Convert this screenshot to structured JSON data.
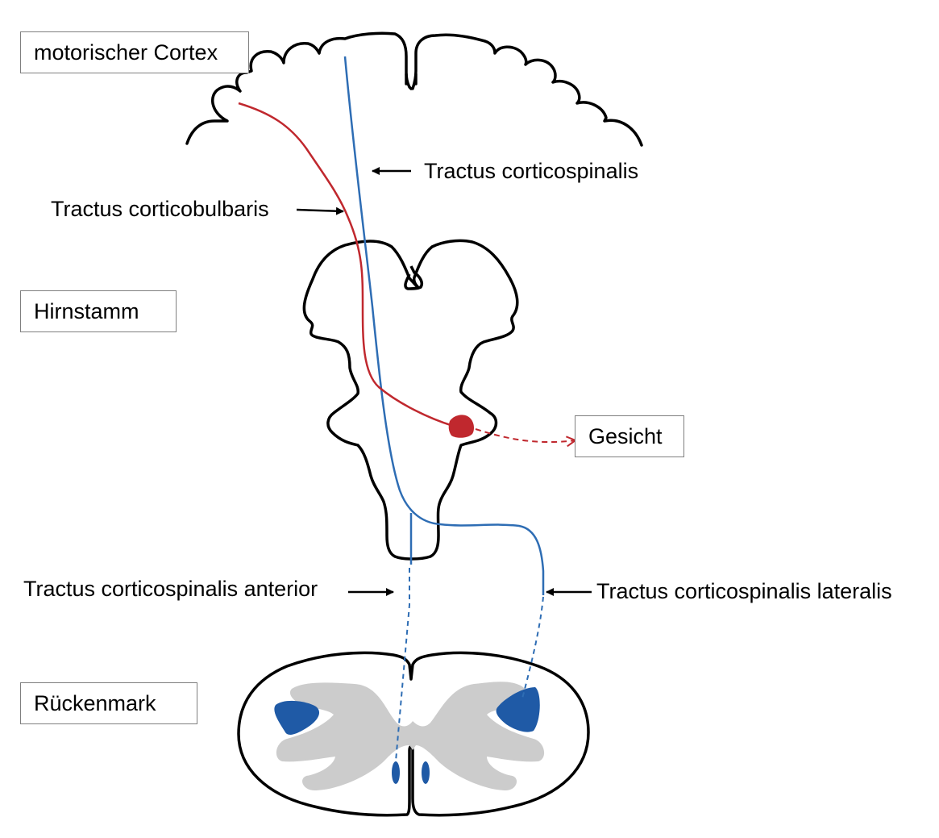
{
  "regions": {
    "cortex": "motorischer Cortex",
    "brainstem": "Hirnstamm",
    "spinal_cord": "Rückenmark"
  },
  "target": "Gesicht",
  "tracts": {
    "corticospinal": "Tractus corticospinalis",
    "corticobulbar": "Tractus corticobulbaris",
    "anterior": "Tractus corticospinalis anterior",
    "lateral": "Tractus corticospinalis lateralis"
  },
  "colors": {
    "corticospinal": "#2e6db4",
    "corticobulbar": "#c0282e",
    "nucleus": "#1f5aa6",
    "grey_matter": "#cccccc",
    "outline": "#000000",
    "box_border": "#7f7f7f"
  }
}
